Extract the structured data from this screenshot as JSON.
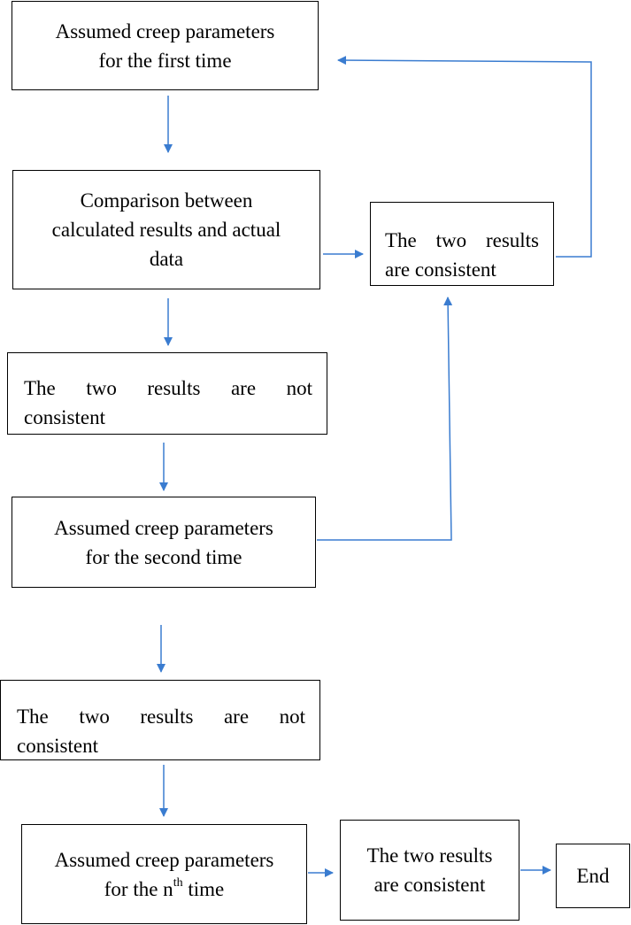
{
  "colors": {
    "arrow": "#3a7cd0",
    "border": "#000000",
    "text": "#000000"
  },
  "boxes": {
    "first": {
      "line1": "Assumed creep parameters",
      "line2": "for the first time"
    },
    "comparison": {
      "line1": "Comparison between",
      "line2": "calculated results and actual",
      "line3": "data"
    },
    "consistent_top": {
      "line1": "The two results",
      "line2": "are consistent"
    },
    "not_consistent_1": {
      "line1": "The two results are not",
      "line2": "consistent"
    },
    "second": {
      "line1": "Assumed creep parameters",
      "line2": "for the second time"
    },
    "not_consistent_2": {
      "line1": "The two results are not",
      "line2": "consistent"
    },
    "nth": {
      "line1": "Assumed creep parameters",
      "line2_pre": "for the n",
      "line2_sup": "th",
      "line2_post": " time"
    },
    "consistent_bottom": {
      "line1": "The two results",
      "line2": "are consistent"
    },
    "end": {
      "label": "End"
    }
  }
}
